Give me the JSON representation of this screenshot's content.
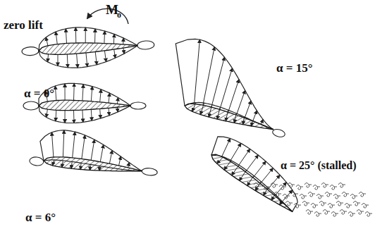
{
  "diagram": {
    "labels": [
      "zero lift",
      "M",
      "o",
      "α = 0°",
      "α = 6°",
      "α = 15°",
      "α = 25° (stalled)"
    ]
  }
}
